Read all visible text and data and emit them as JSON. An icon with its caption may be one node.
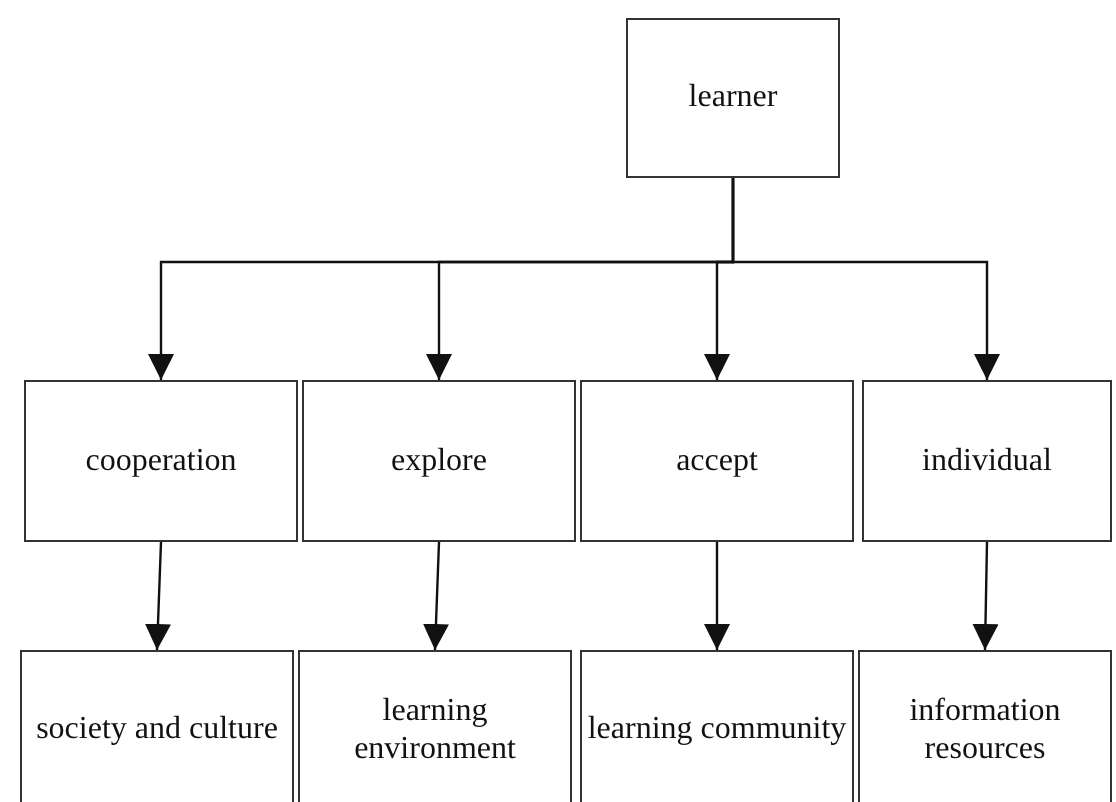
{
  "diagram": {
    "nodes": [
      {
        "text": [
          "learner"
        ]
      },
      {
        "text": [
          "cooperation"
        ]
      },
      {
        "text": [
          "explore"
        ]
      },
      {
        "text": [
          "accept"
        ]
      },
      {
        "text": [
          "individual"
        ]
      },
      {
        "text": [
          "society and culture"
        ]
      },
      {
        "text": [
          "learning environment"
        ]
      },
      {
        "text": [
          "learning community"
        ]
      },
      {
        "text": [
          "information resources"
        ]
      }
    ],
    "edges": [
      {
        "from": 0,
        "to": 1,
        "arrow": "to"
      },
      {
        "from": 0,
        "to": 2,
        "arrow": "to"
      },
      {
        "from": 0,
        "to": 3,
        "arrow": "to"
      },
      {
        "from": 0,
        "to": 4,
        "arrow": "to"
      },
      {
        "from": 1,
        "to": 5,
        "arrow": "to"
      },
      {
        "from": 2,
        "to": 6,
        "arrow": "to"
      },
      {
        "from": 3,
        "to": 7,
        "arrow": "to"
      },
      {
        "from": 4,
        "to": 8,
        "arrow": "to"
      }
    ]
  }
}
